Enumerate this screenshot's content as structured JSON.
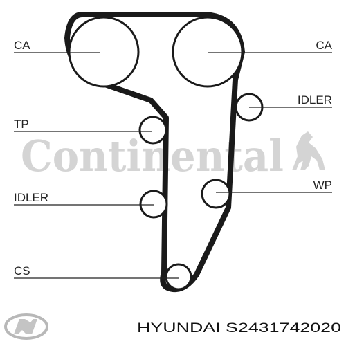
{
  "diagram": {
    "labels": {
      "ca_left": "CA",
      "ca_right": "CA",
      "idler_right": "IDLER",
      "tp": "TP",
      "idler_left": "IDLER",
      "wp": "WP",
      "cs": "CS"
    },
    "watermark": {
      "brand": "Continental",
      "logo": "horse-logo"
    },
    "colors": {
      "belt": "#1a1a1a",
      "pulley": "#1a1a1a",
      "leader": "#222222",
      "watermark": "#d4d4d4"
    }
  },
  "footer": {
    "brand_logo": "hyundai-logo",
    "part_text": "HYUNDAI S2431742020"
  }
}
